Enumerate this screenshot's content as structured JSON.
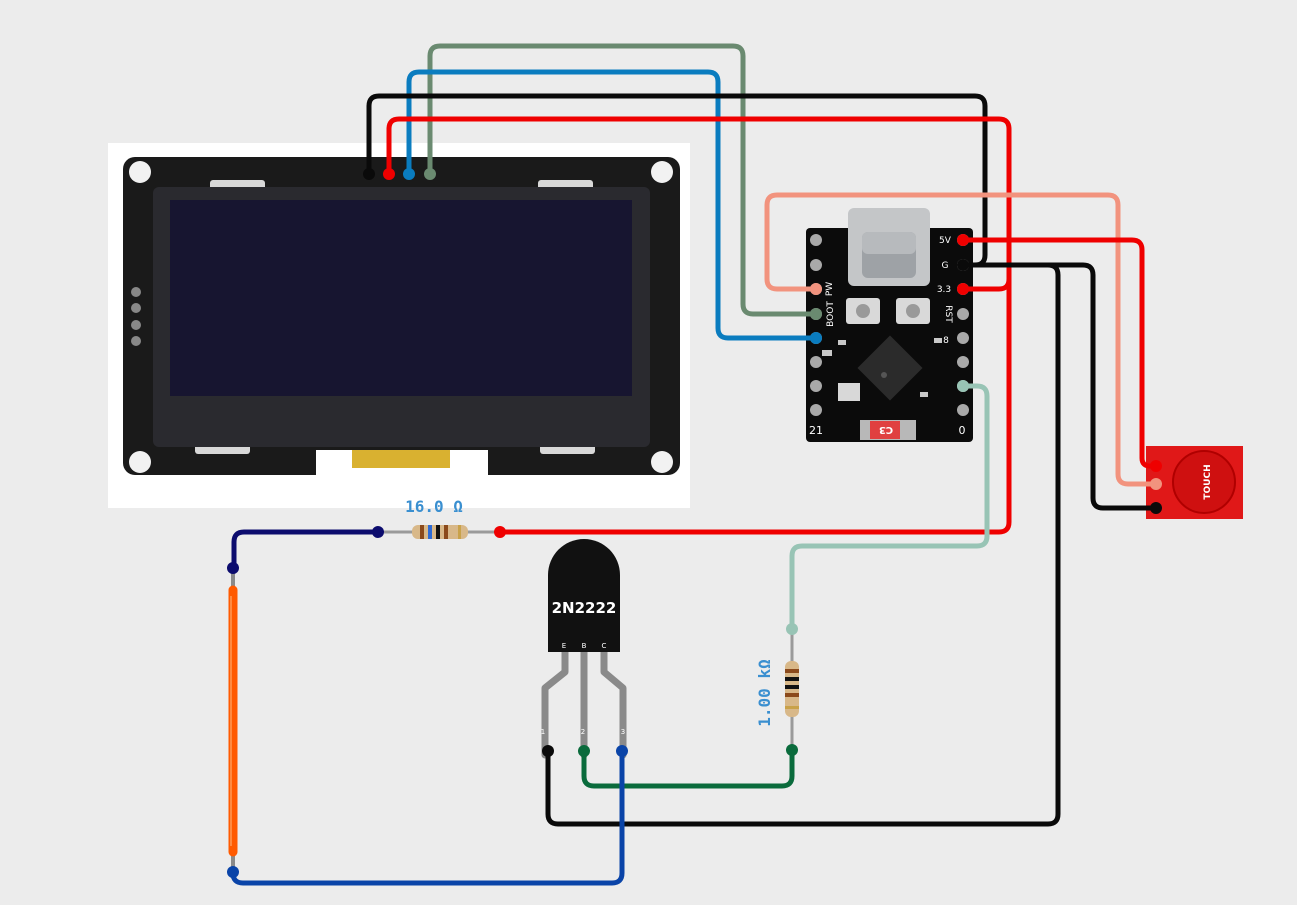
{
  "components": {
    "transistor": {
      "part": "2N2222",
      "pin_labels": [
        "E",
        "B",
        "C"
      ],
      "pin_numbers": [
        "1",
        "2",
        "3"
      ]
    },
    "resistor_top": {
      "value_label": "16.0 Ω"
    },
    "resistor_side": {
      "value_label": "1.00 kΩ"
    },
    "mcu_board": {
      "left_pins": [
        "PW",
        "BOOT"
      ],
      "right_pins": [
        "5V",
        "G",
        "3.3",
        "RST",
        "8"
      ],
      "bottom_labels": [
        "21",
        "C3",
        "0"
      ]
    },
    "touch_sensor": {
      "label": "TOUCH"
    }
  },
  "colors": {
    "background": "#ececec",
    "red": "#ef0000",
    "black": "#0a0a0a",
    "blue": "#0a7cbf",
    "sage": "#6a8a70",
    "salmon": "#f2937e",
    "mint": "#98c4b5",
    "navy": "#0c0c6e",
    "orange": "#ff5a00",
    "dark_green": "#0a6b3c",
    "royal_blue": "#0a44a8"
  }
}
